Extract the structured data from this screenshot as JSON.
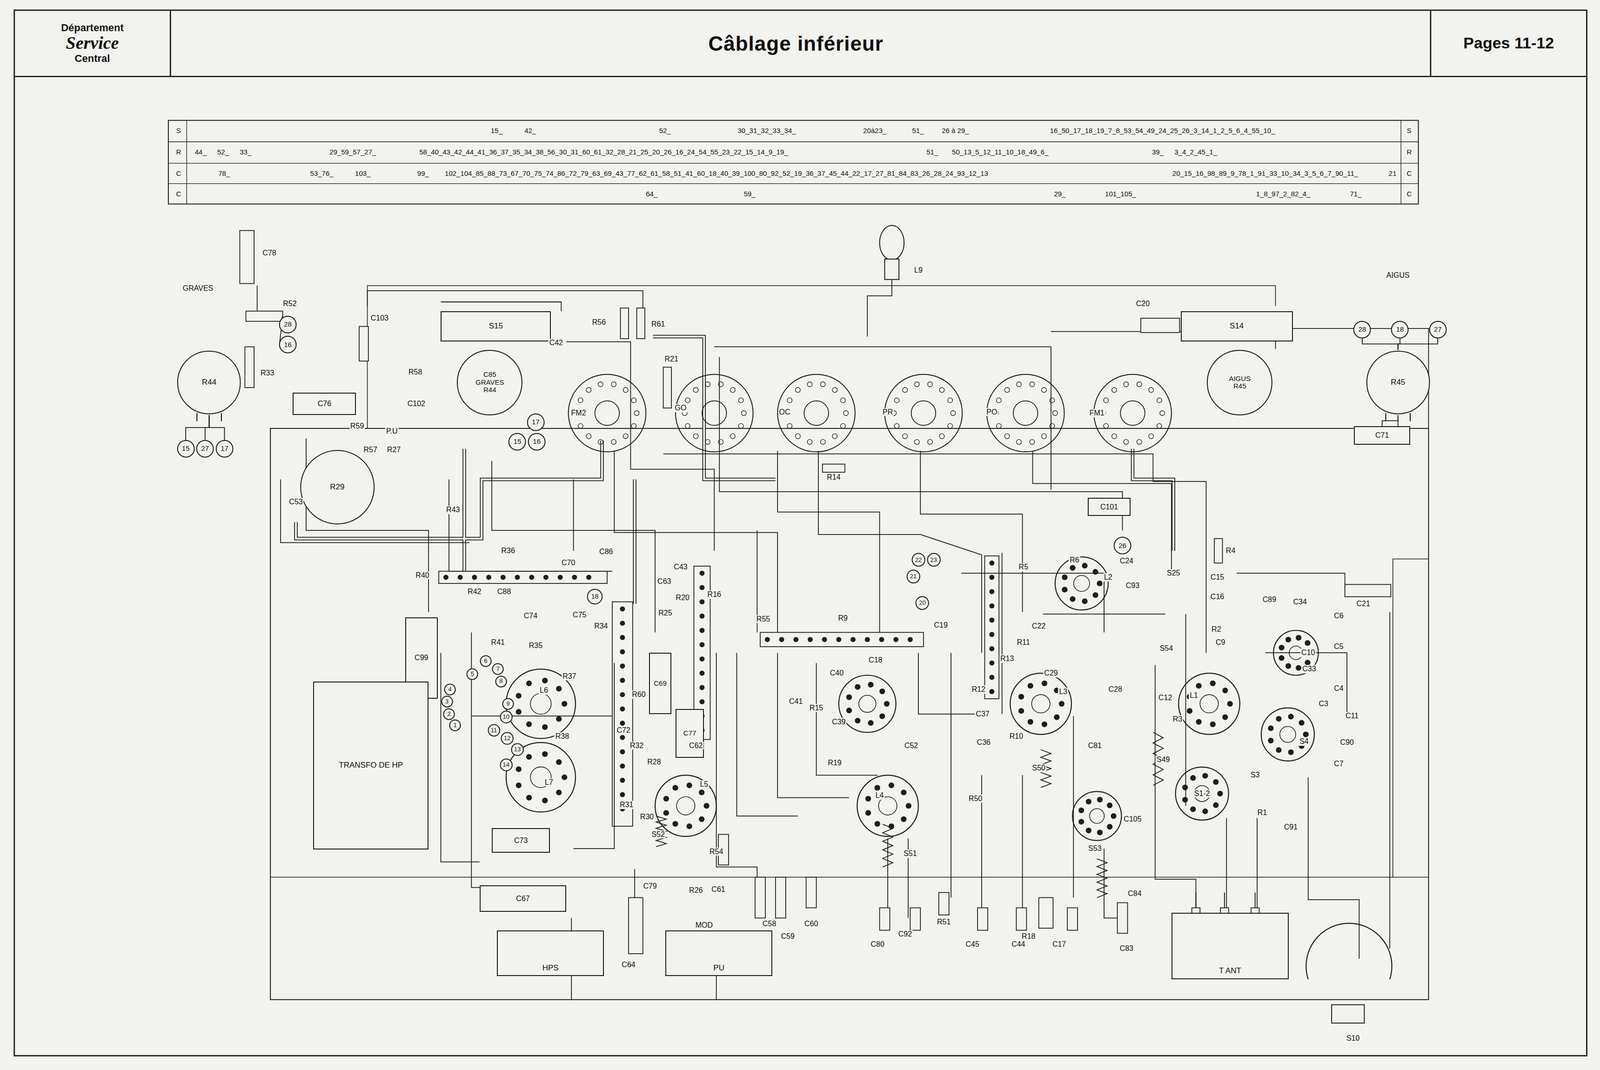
{
  "diagram": {
    "title": "Câblage inférieur",
    "nodes": [
      {
        "text": [
          "Département",
          "Service",
          "Central"
        ]
      },
      {
        "text": [
          "Pages 11-12"
        ]
      },
      {
        "text": [
          "S15"
        ]
      },
      {
        "text": [
          "S14"
        ]
      },
      {
        "text": [
          "C76"
        ]
      },
      {
        "text": [
          "C101"
        ]
      },
      {
        "text": [
          "C71"
        ]
      },
      {
        "text": [
          "C99"
        ]
      },
      {
        "text": [
          "C69"
        ]
      },
      {
        "text": [
          "C77"
        ]
      },
      {
        "text": [
          "C73"
        ]
      },
      {
        "text": [
          "C67"
        ]
      },
      {
        "text": [
          "TRANSFO DE HP"
        ]
      },
      {
        "text": [
          "HPS"
        ]
      },
      {
        "text": [
          "PU"
        ]
      },
      {
        "text": [
          "T ANT"
        ]
      },
      {
        "text": [
          "R44"
        ]
      },
      {
        "text": [
          "C85",
          "GRAVES",
          "R44"
        ]
      },
      {
        "text": [
          "AIGUS",
          "R45"
        ]
      },
      {
        "text": [
          "R45"
        ]
      },
      {
        "text": [
          "R29"
        ]
      },
      {
        "text": [
          "28"
        ]
      },
      {
        "text": [
          "16"
        ]
      },
      {
        "text": [
          "15"
        ]
      },
      {
        "text": [
          "27"
        ]
      },
      {
        "text": [
          "17"
        ]
      },
      {
        "text": [
          "28"
        ]
      },
      {
        "text": [
          "18"
        ]
      },
      {
        "text": [
          "27"
        ]
      },
      {
        "text": [
          "17"
        ]
      },
      {
        "text": [
          "15"
        ]
      },
      {
        "text": [
          "16"
        ]
      },
      {
        "text": [
          "26"
        ]
      },
      {
        "text": [
          "22"
        ]
      },
      {
        "text": [
          "23"
        ]
      },
      {
        "text": [
          "21"
        ]
      },
      {
        "text": [
          "20"
        ]
      },
      {
        "text": [
          "18"
        ]
      },
      {
        "text": [
          "1"
        ]
      },
      {
        "text": [
          "2"
        ]
      },
      {
        "text": [
          "3"
        ]
      },
      {
        "text": [
          "4"
        ]
      },
      {
        "text": [
          "5"
        ]
      },
      {
        "text": [
          "6"
        ]
      },
      {
        "text": [
          "7"
        ]
      },
      {
        "text": [
          "8"
        ]
      },
      {
        "text": [
          "9"
        ]
      },
      {
        "text": [
          "10"
        ]
      },
      {
        "text": [
          "11"
        ]
      },
      {
        "text": [
          "12"
        ]
      },
      {
        "text": [
          "13"
        ]
      },
      {
        "text": [
          "14"
        ]
      }
    ],
    "edges": [
      {
        "from": 16,
        "to": 23,
        "arrow": "none"
      },
      {
        "from": 16,
        "to": 24,
        "arrow": "none"
      },
      {
        "from": 16,
        "to": 25,
        "arrow": "none"
      },
      {
        "from": 19,
        "to": 26,
        "arrow": "none"
      },
      {
        "from": 19,
        "to": 27,
        "arrow": "none"
      },
      {
        "from": 19,
        "to": 28,
        "arrow": "none"
      },
      {
        "from": 19,
        "to": 6,
        "arrow": "none"
      }
    ],
    "labels": [
      "S",
      "15_",
      "42_",
      "52_",
      "30_31_32_33_34_",
      "20à23_",
      "51_",
      "26 à 29_",
      "16_50_17_18_19_7_8_53_54_49_24_25_26_3_14_1_2_5_6_4_55_10_",
      "S",
      "R",
      "44_",
      "52_",
      "33_",
      "29_59_57_27_",
      "58_40_43_42_44_41_36_37_35_34_38_56_30_31_60_61_32_28_21_25_20_26_16_24_54_55_23_22_15_14_9_19_",
      "51_",
      "50_13_5_12_11_10_18_49_6_",
      "39_",
      "3_4_2_45_1_",
      "R",
      "C",
      "78_",
      "53_76_",
      "103_",
      "99_",
      "102_104_85_88_73_67_70_75_74_86_72_79_63_69_43_77_62_61_58_51_41_60_18_40_39_100_80_92_52_19_36_37_45_44_22_17_27_81_84_83_26_28_24_93_12_13",
      "20_15_16_98_89_9_78_1_91_33_10_34_3_5_6_7_90_11_",
      "21",
      "C",
      "C",
      "64_",
      "59_",
      "29_",
      "101_105_",
      "1_8_97_2_82_4_",
      "71_",
      "C",
      "GRAVES",
      "C78",
      "R52",
      "R33",
      "C103",
      "C42",
      "R56",
      "R61",
      "R58",
      "C102",
      "R59",
      "R57",
      "P.U",
      "R27",
      "C53",
      "R43",
      "FM2",
      "R21",
      "GO",
      "OC",
      "PR",
      "PO",
      "FM1",
      "L9",
      "C20",
      "AIGUS",
      "R14",
      "R4",
      "C21",
      "R6",
      "C24",
      "L2",
      "C93",
      "R5",
      "C19",
      "S25",
      "C15",
      "C16",
      "C89",
      "C34",
      "C6",
      "R2",
      "C9",
      "C10",
      "C5",
      "S54",
      "C33",
      "C4",
      "C3",
      "C11",
      "S4",
      "C90",
      "C7",
      "L1",
      "C12",
      "R3",
      "S1-2",
      "R1",
      "C91",
      "S3",
      "S49",
      "S10",
      "R40",
      "R36",
      "C86",
      "C70",
      "R42",
      "C88",
      "C74",
      "C75",
      "R34",
      "R35",
      "R41",
      "C63",
      "R25",
      "R20",
      "R16",
      "C43",
      "R55",
      "R9",
      "C18",
      "C40",
      "C41",
      "R15",
      "C39",
      "R13",
      "R11",
      "C22",
      "L3",
      "C29",
      "C28",
      "R12",
      "C37",
      "R10",
      "C36",
      "C81",
      "S50",
      "R37",
      "L6",
      "R38",
      "L7",
      "C72",
      "R32",
      "C62",
      "R28",
      "L5",
      "R31",
      "R30",
      "S52",
      "R60",
      "R54",
      "R19",
      "C52",
      "L4",
      "S51",
      "R50",
      "C80",
      "C92",
      "R51",
      "C45",
      "C44",
      "R18",
      "C17",
      "C84",
      "C83",
      "S53",
      "C105",
      "MOD",
      "C64",
      "C79",
      "R26",
      "C61",
      "C58",
      "C59",
      "C60"
    ]
  }
}
